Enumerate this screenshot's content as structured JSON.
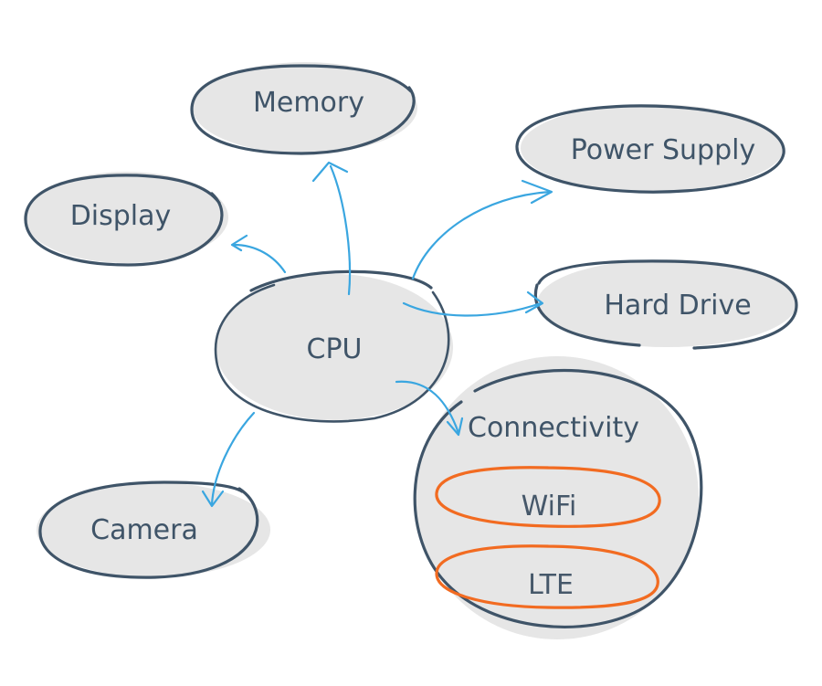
{
  "nodes": {
    "memory": "Memory",
    "power_supply": "Power Supply",
    "display": "Display",
    "hard_drive": "Hard Drive",
    "cpu": "CPU",
    "camera": "Camera",
    "connectivity": "Connectivity",
    "wifi": "WiFi",
    "lte": "LTE"
  },
  "colors": {
    "node_fill": "#e6e6e6",
    "outline": "#3f5468",
    "arrow": "#3aa6e0",
    "highlight": "#f26b21"
  }
}
